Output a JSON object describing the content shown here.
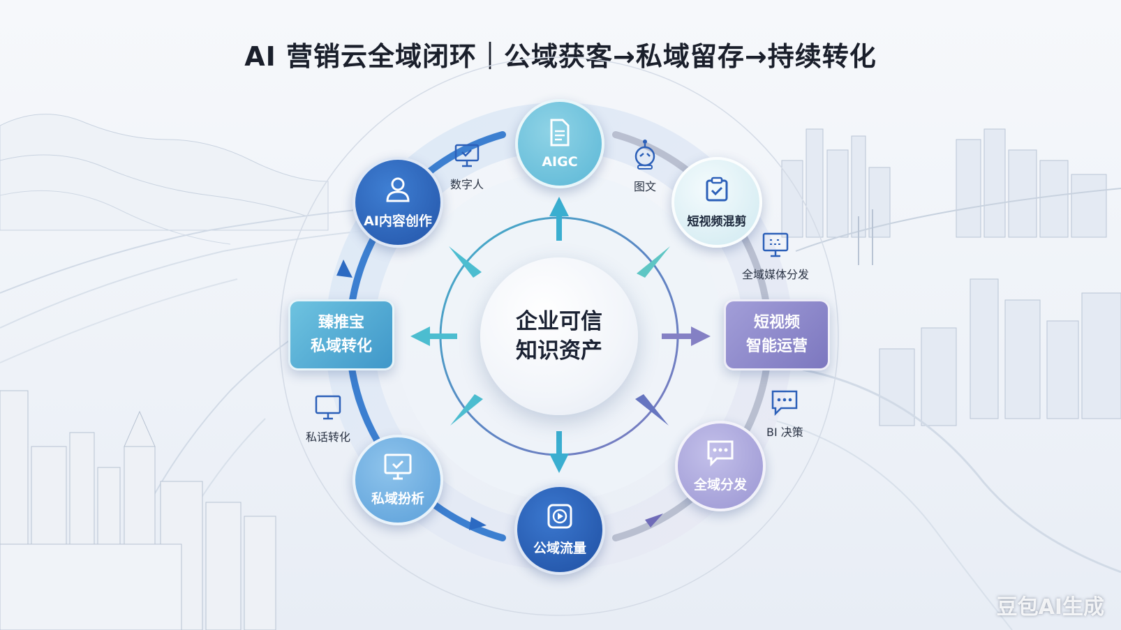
{
  "title": "AI 营销云全域闭环｜公域获客→私域留存→持续转化",
  "center": {
    "line1": "企业可信",
    "line2": "知识资产"
  },
  "nodes": {
    "aigc": "AIGC",
    "ai_content": "AI内容创作",
    "short_video_mix": "短视频混剪",
    "public_flow": "公域流量",
    "private_analysis": "私域扮析",
    "omni_dist": "全域分发"
  },
  "rects": {
    "zhentuibao": {
      "line1": "臻推宝",
      "line2": "私域转化"
    },
    "short_video_ops": {
      "line1": "短视频",
      "line2": "智能运营"
    }
  },
  "small_items": {
    "digital_human": "数字人",
    "image_text": "图文",
    "omni_media": "全域媒体分发",
    "bi": "BI 决策",
    "private_chat": "私话转化"
  },
  "watermark": "豆包AI生成",
  "colors": {
    "dark_blue": "#2b5fb8",
    "teal": "#5bb7d6",
    "purple": "#8c86c9",
    "light_teal": "#bfe4ee"
  },
  "icons": {
    "aigc": "document-icon",
    "ai_content": "user-icon",
    "short_video_mix": "clipboard-check-icon",
    "public_flow": "play-video-icon",
    "private_analysis": "monitor-check-icon",
    "omni_dist": "chat-dots-icon",
    "digital_human": "monitor-check-icon",
    "image_text": "robot-icon",
    "omni_media": "monitor-icon",
    "bi": "chat-dots-icon",
    "private_chat": "monitor-icon"
  }
}
